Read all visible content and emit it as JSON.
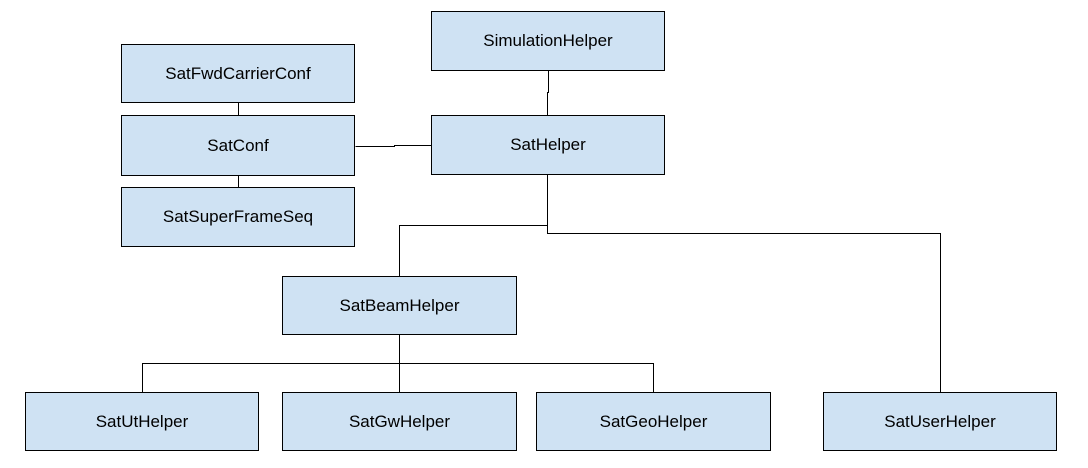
{
  "diagram": {
    "nodes": {
      "simulation_helper": "SimulationHelper",
      "sat_fwd_carrier_conf": "SatFwdCarrierConf",
      "sat_conf": "SatConf",
      "sat_helper": "SatHelper",
      "sat_super_frame_seq": "SatSuperFrameSeq",
      "sat_beam_helper": "SatBeamHelper",
      "sat_ut_helper": "SatUtHelper",
      "sat_gw_helper": "SatGwHelper",
      "sat_geo_helper": "SatGeoHelper",
      "sat_user_helper": "SatUserHelper"
    },
    "colors": {
      "node_fill": "#cfe2f3",
      "node_border": "#000000",
      "connector": "#000000"
    }
  }
}
